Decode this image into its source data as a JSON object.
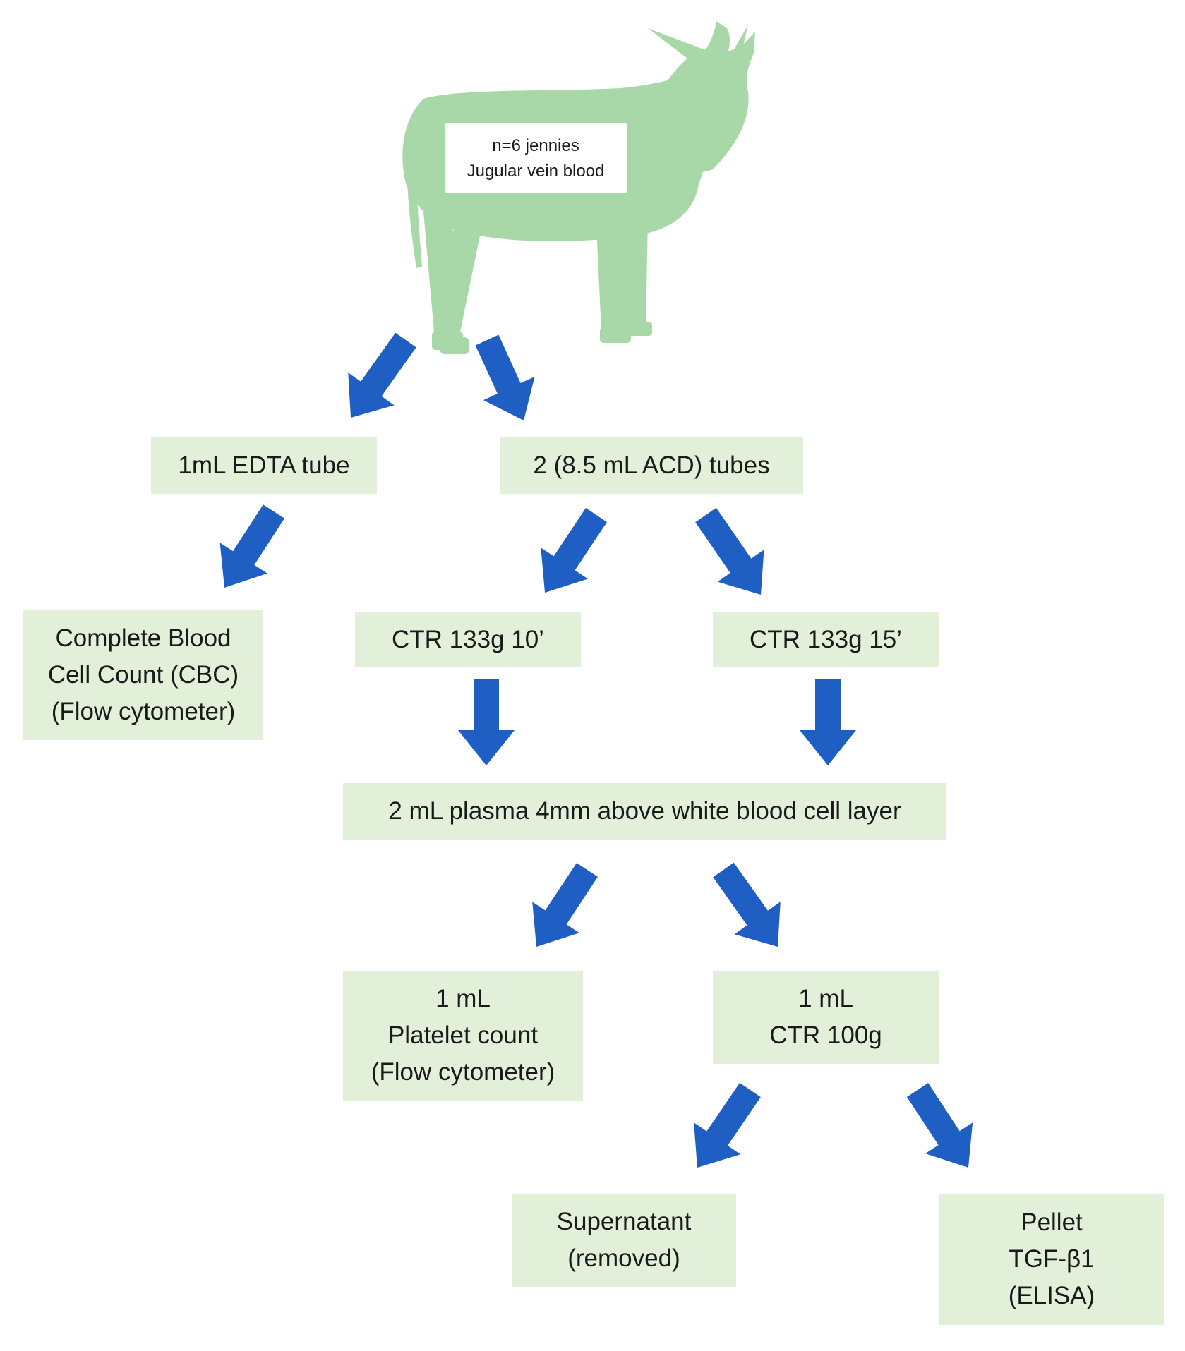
{
  "source": {
    "line1": "n=6 jennies",
    "line2": "Jugular vein blood"
  },
  "nodes": {
    "edta": "1mL EDTA tube",
    "acd": "2 (8.5 mL ACD) tubes",
    "cbc": [
      "Complete  Blood",
      "Cell Count (CBC)",
      "(Flow cytometer)"
    ],
    "ctr10": "CTR 133g 10’",
    "ctr15": "CTR 133g 15’",
    "plasma": "2 mL plasma 4mm  above white blood  cell layer",
    "platelet": [
      "1 mL",
      "Platelet count",
      "(Flow cytometer)"
    ],
    "ctr100": [
      "1 mL",
      "CTR 100g"
    ],
    "supernatant": [
      "Supernatant",
      "(removed)"
    ],
    "pellet": [
      "Pellet",
      "TGF-β1",
      "(ELISA)"
    ]
  },
  "colors": {
    "box_fill": "#e2f0d9",
    "arrow": "#1f5fc4",
    "donkey": "#a9d8a8"
  },
  "icons": {
    "donkey": "donkey-silhouette",
    "arrow": "block-arrow"
  }
}
